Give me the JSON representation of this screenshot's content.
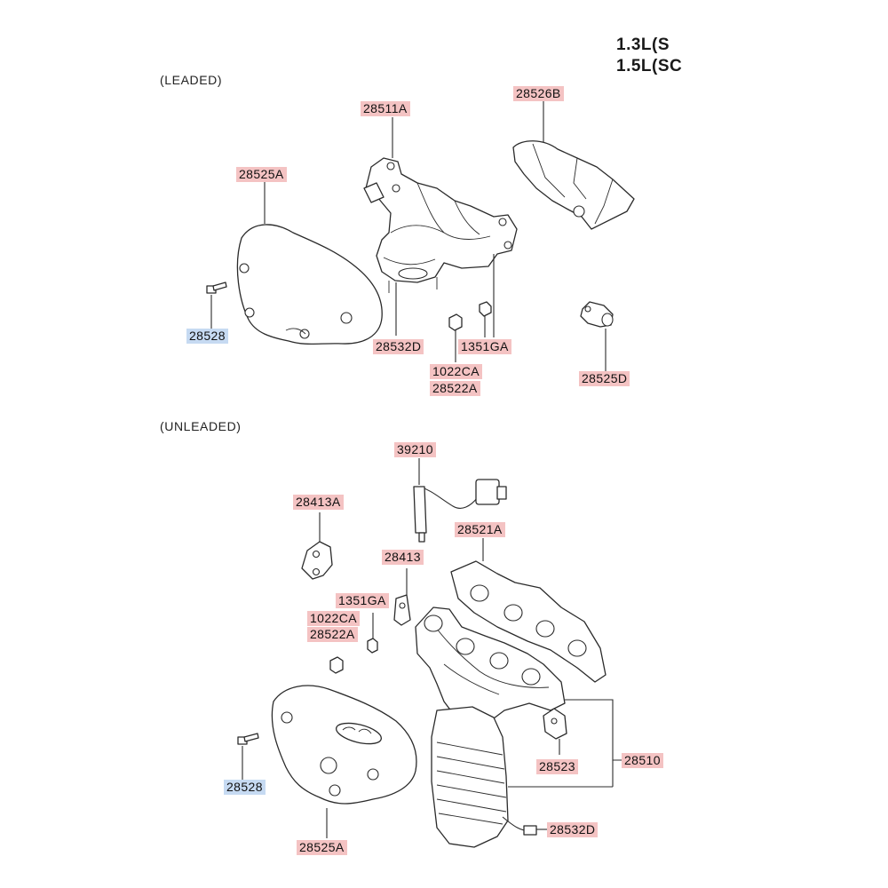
{
  "engine": {
    "line1": "1.3L(S",
    "line2": "1.5L(SC"
  },
  "sections": {
    "leaded": "(LEADED)",
    "unleaded": "(UNLEADED)"
  },
  "colors": {
    "part_label_bg": "#f4c3c3",
    "standard_part_label_bg": "#c6daf2",
    "line": "#2b2b2b"
  },
  "leaded_labels": {
    "p28511A": "28511A",
    "p28526B": "28526B",
    "p28525A": "28525A",
    "p28528": "28528",
    "p28532D": "28532D",
    "p1351GA": "1351GA",
    "p1022CA": "1022CA",
    "p28522A": "28522A",
    "p28525D": "28525D"
  },
  "unleaded_labels": {
    "p39210": "39210",
    "p28413A": "28413A",
    "p28521A": "28521A",
    "p28413": "28413",
    "p1351GA": "1351GA",
    "p1022CA": "1022CA",
    "p28522A": "28522A",
    "p28528": "28528",
    "p28523": "28523",
    "p28510": "28510",
    "p28532D": "28532D",
    "p28525A": "28525A"
  }
}
